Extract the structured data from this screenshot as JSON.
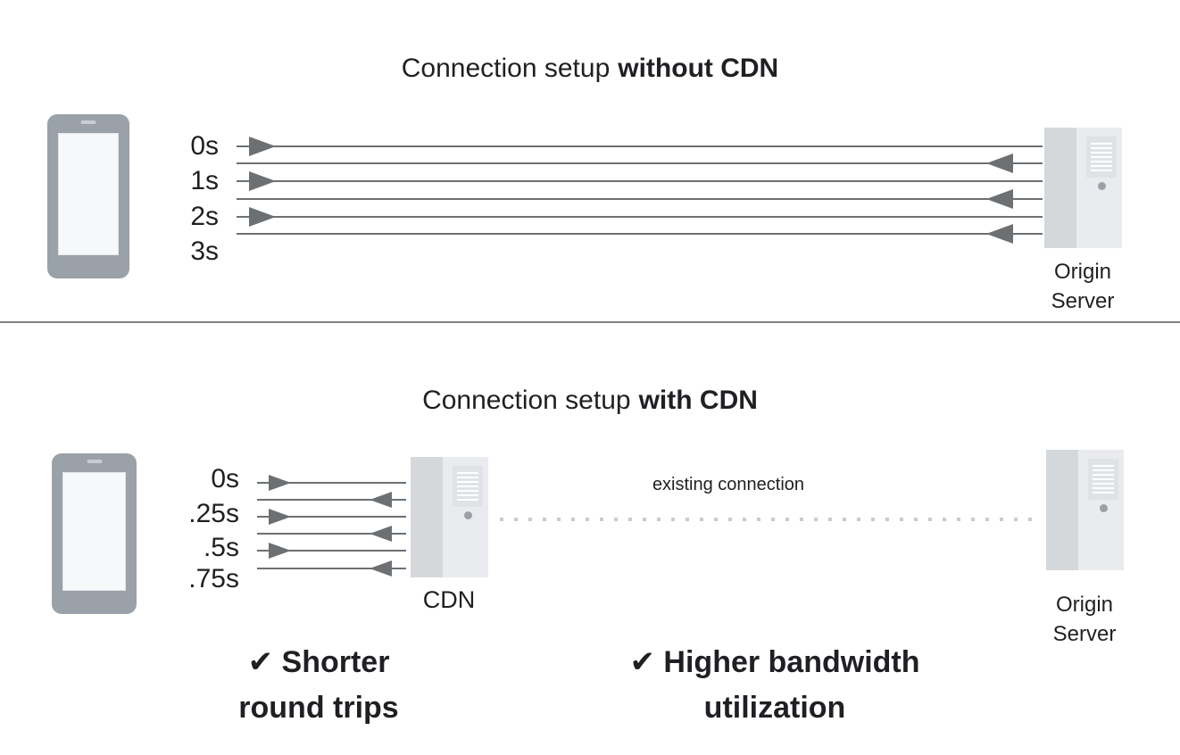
{
  "top_section": {
    "title_regular": "Connection setup",
    "title_bold": "without CDN",
    "time_labels": [
      "0s",
      "1s",
      "2s",
      "3s"
    ],
    "origin_server_label": [
      "Origin",
      "Server"
    ]
  },
  "bottom_section": {
    "title_regular": "Connection setup",
    "title_bold": "with CDN",
    "time_labels": [
      "0s",
      ".25s",
      ".5s",
      ".75s"
    ],
    "cdn_label": "CDN",
    "existing_connection_label": "existing connection",
    "origin_server_label": [
      "Origin",
      "Server"
    ],
    "benefits": {
      "left": [
        "✔ Shorter",
        "round trips"
      ],
      "right": [
        "✔ Higher bandwidth",
        "utilization"
      ]
    }
  },
  "colors": {
    "arrow_gray": "#6d7073",
    "device_gray": "#9aa1a8",
    "server_panel_dark": "#d5d8db",
    "server_panel_light": "#e9ebee",
    "dotted_line": "#c9cbcd",
    "text": "#1f2023"
  }
}
